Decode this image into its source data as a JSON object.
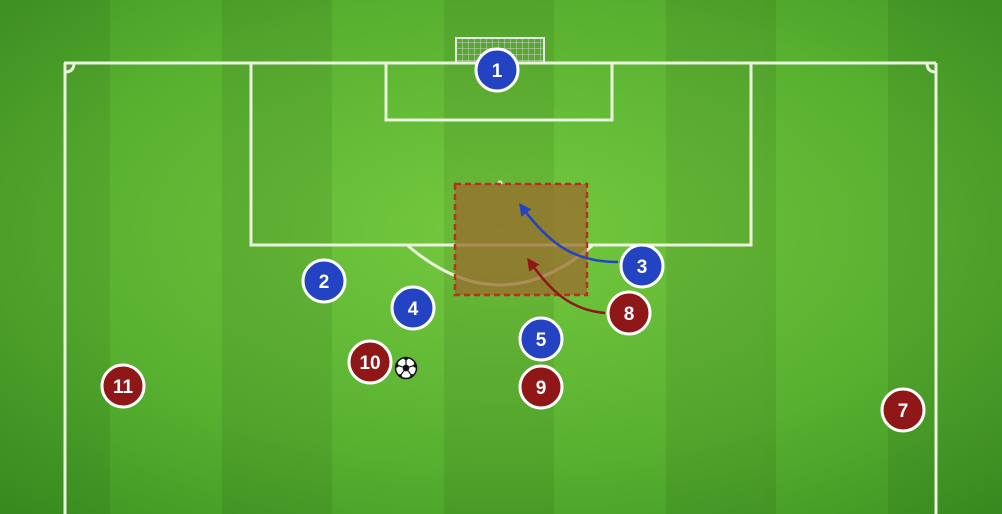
{
  "colors": {
    "grass_light": "#6cc23a",
    "grass_dark": "#3f9a24",
    "lines": "#e9f2dc",
    "blue_team": "#2343c2",
    "red_team": "#8f1717",
    "target_zone_fill": "#9b6b2e",
    "target_zone_border": "#b5321e"
  },
  "players": {
    "blue": [
      {
        "number": "1",
        "role": "goalkeeper"
      },
      {
        "number": "2"
      },
      {
        "number": "3"
      },
      {
        "number": "4"
      },
      {
        "number": "5"
      }
    ],
    "red": [
      {
        "number": "7"
      },
      {
        "number": "8"
      },
      {
        "number": "9"
      },
      {
        "number": "10",
        "has_ball": true
      },
      {
        "number": "11"
      }
    ]
  },
  "runs": [
    {
      "player": "3",
      "team": "blue",
      "to": "target-zone"
    },
    {
      "player": "8",
      "team": "red",
      "to": "target-zone"
    }
  ],
  "target_zone": {
    "style": "dashed"
  },
  "icons": [
    "soccer-ball-icon",
    "goal-net-icon"
  ]
}
